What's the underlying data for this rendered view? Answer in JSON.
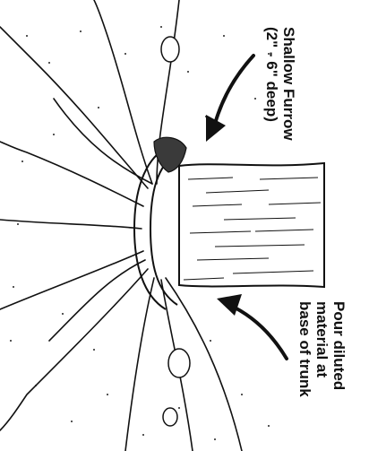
{
  "annotations": {
    "furrow": {
      "line1": "Shallow Furrow",
      "line2": "(2\" - 6\" deep)"
    },
    "pour": {
      "line1": "Pour diluted",
      "line2": "material at",
      "line3": "base of trunk"
    }
  },
  "colors": {
    "ink": "#111111",
    "paper": "#ffffff",
    "bark_shade": "#3a3a3a"
  }
}
